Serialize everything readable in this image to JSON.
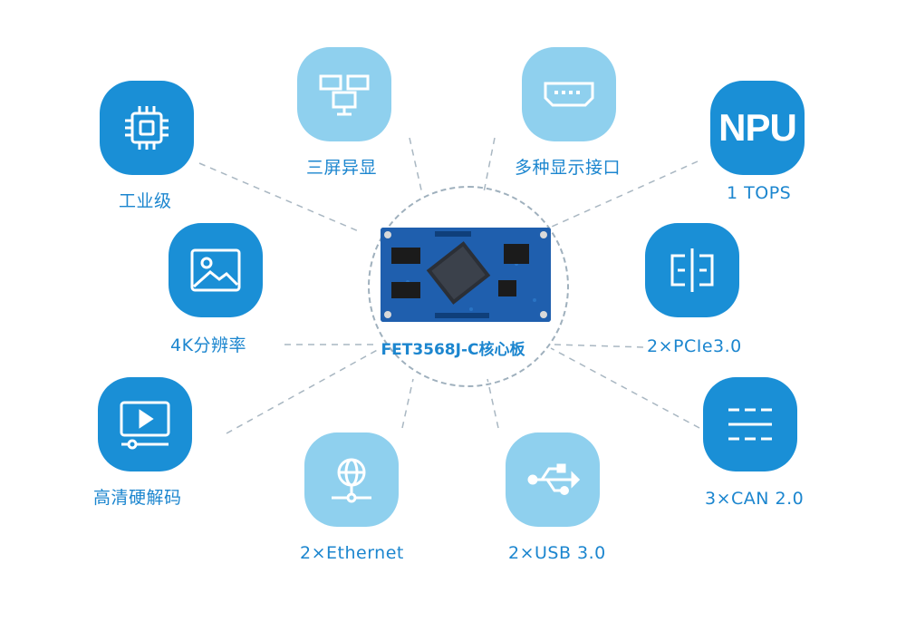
{
  "core": {
    "label": "FET3568J-C核心板"
  },
  "features": [
    {
      "key": "industrial",
      "label": "工业级",
      "icon": "chip-icon"
    },
    {
      "key": "triple_display",
      "label": "三屏异显",
      "icon": "screens-icon"
    },
    {
      "key": "display_interfaces",
      "label": "多种显示接口",
      "icon": "hdmi-port-icon"
    },
    {
      "key": "npu",
      "label": "1 TOPS",
      "icon_text": "NPU"
    },
    {
      "key": "resolution",
      "label": "4K分辨率",
      "icon": "image-icon"
    },
    {
      "key": "pcie",
      "label": "2×PCIe3.0",
      "icon": "pcie-icon"
    },
    {
      "key": "hd_decode",
      "label": "高清硬解码",
      "icon": "video-player-icon"
    },
    {
      "key": "ethernet",
      "label": "2×Ethernet",
      "icon": "globe-network-icon"
    },
    {
      "key": "usb",
      "label": "2×USB 3.0",
      "icon": "usb-icon"
    },
    {
      "key": "can",
      "label": "3×CAN 2.0",
      "icon": "can-bus-icon"
    }
  ],
  "colors": {
    "dark_tile": "#1a8fd6",
    "light_tile": "#8fd0ee",
    "label_text": "#1c86cf",
    "connector": "#a9b7c2",
    "board": "#1f5fae"
  }
}
